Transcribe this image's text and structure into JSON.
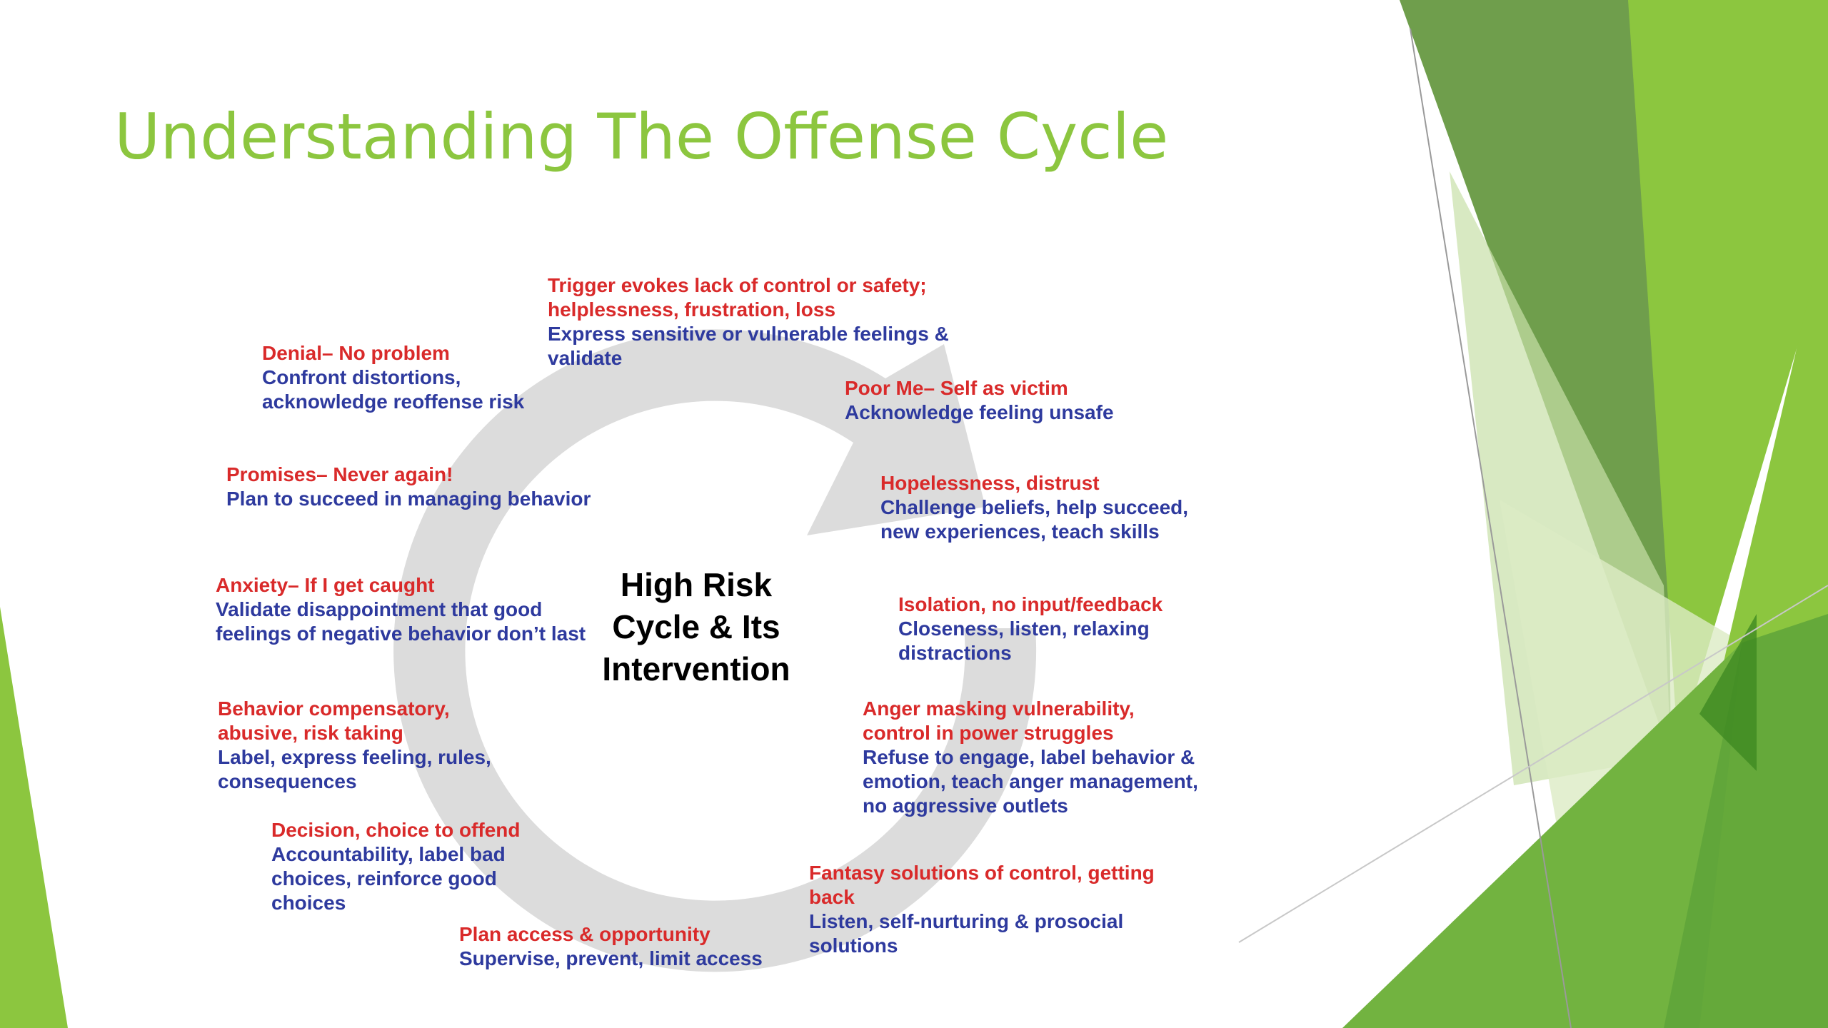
{
  "slide": {
    "title": "Understanding The Offense Cycle",
    "center_title_lines": [
      "High Risk",
      "Cycle & Its",
      "Intervention"
    ]
  },
  "colors": {
    "title": "#8cc63f",
    "stage_label": "#d92a2a",
    "intervention": "#2e3a9e",
    "cycle_arrow": "#dcdcdc",
    "accent_green": "#8cc63f",
    "dark_green": "#4a9a2a"
  },
  "stages": [
    {
      "label": "Trigger evokes lack of control or safety; helplessness, frustration, loss",
      "intervention": "Express sensitive or vulnerable feelings & validate"
    },
    {
      "label": "Poor Me– Self as victim",
      "intervention": "Acknowledge feeling unsafe"
    },
    {
      "label": "Hopelessness, distrust",
      "intervention": "Challenge beliefs, help succeed, new experiences, teach skills"
    },
    {
      "label": "Isolation, no input/feedback",
      "intervention": "Closeness, listen, relaxing distractions"
    },
    {
      "label": "Anger masking vulnerability, control in power struggles",
      "intervention": "Refuse to engage, label behavior & emotion, teach anger management, no aggressive outlets"
    },
    {
      "label": "Fantasy solutions of control, getting back",
      "intervention": "Listen, self-nurturing & prosocial solutions"
    },
    {
      "label": "Plan access & opportunity",
      "intervention": "Supervise, prevent, limit access"
    },
    {
      "label": "Decision, choice to offend",
      "intervention": "Accountability, label bad choices, reinforce good choices"
    },
    {
      "label": "Behavior compensatory, abusive, risk taking",
      "intervention": "Label, express feeling, rules, consequences"
    },
    {
      "label": "Anxiety– If I get caught",
      "intervention": "Validate disappointment that good feelings of negative behavior don’t last"
    },
    {
      "label": "Promises– Never again!",
      "intervention": "Plan to succeed in managing behavior"
    },
    {
      "label": "Denial– No problem",
      "intervention": "Confront distortions, acknowledge reoffense risk"
    }
  ]
}
